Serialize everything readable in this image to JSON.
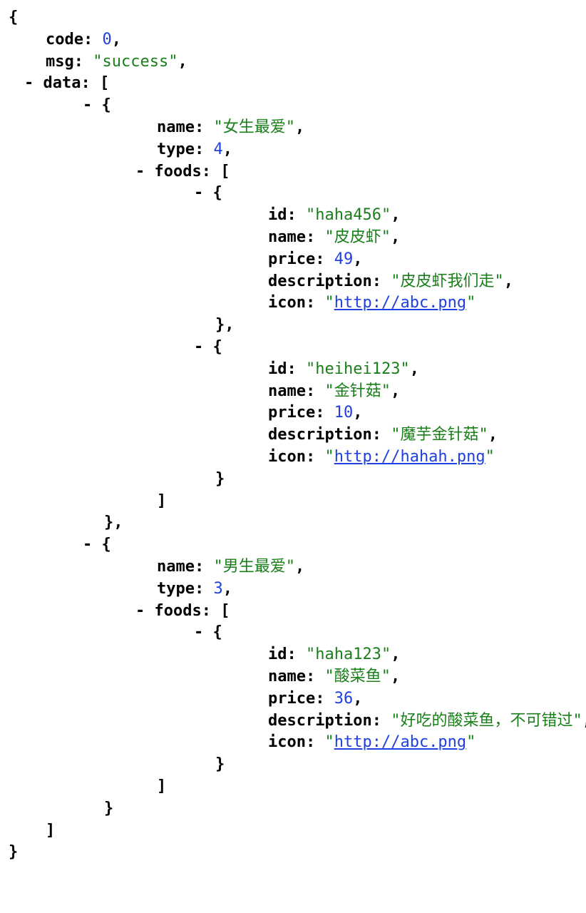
{
  "json": {
    "code": 0,
    "msg": "success",
    "data": [
      {
        "name": "女生最爱",
        "type": 4,
        "foods": [
          {
            "id": "haha456",
            "name": "皮皮虾",
            "price": 49,
            "description": "皮皮虾我们走",
            "icon": "http://abc.png"
          },
          {
            "id": "heihei123",
            "name": "金针菇",
            "price": 10,
            "description": "魔芋金针菇",
            "icon": "http://hahah.png"
          }
        ]
      },
      {
        "name": "男生最爱",
        "type": 3,
        "foods": [
          {
            "id": "haha123",
            "name": "酸菜鱼",
            "price": 36,
            "description": "好吃的酸菜鱼，不可错过",
            "icon": "http://abc.png"
          }
        ]
      }
    ]
  },
  "collapse_symbol": "-",
  "colors": {
    "key": "#000000",
    "string": "#1a7f1a",
    "number": "#1f3fe0",
    "link": "#1f3fe0"
  }
}
